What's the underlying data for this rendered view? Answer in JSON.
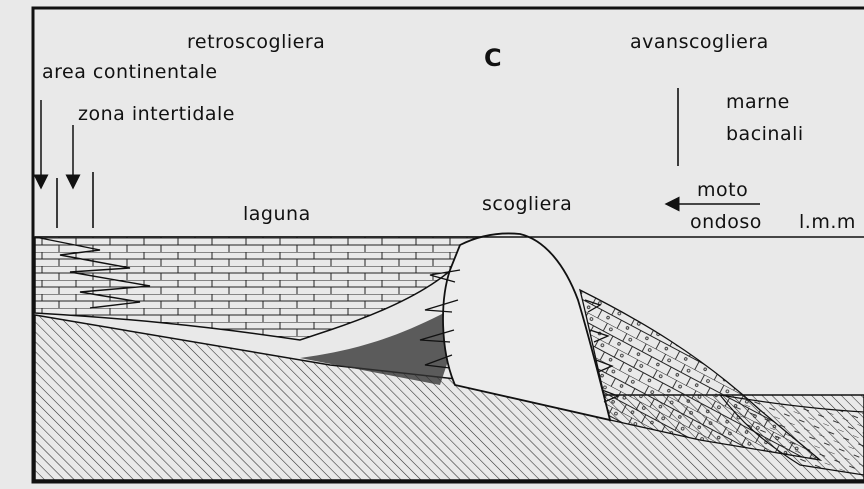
{
  "figure": {
    "panel_letter": "C",
    "labels": {
      "back_reef": "retroscogliera",
      "fore_reef": "avanscogliera",
      "continental_area": "area continentale",
      "intertidal_zone": "zona intertidale",
      "basin_marls_line1": "marne",
      "basin_marls_line2": "bacinali",
      "lagoon": "laguna",
      "reef": "scogliera",
      "wave_motion_line1": "moto",
      "wave_motion_line2": "ondoso",
      "sea_level": "l.m.m"
    },
    "colors": {
      "background": "#e9e9e9",
      "ink": "#111111",
      "hatch": "#2a2a2a"
    }
  }
}
